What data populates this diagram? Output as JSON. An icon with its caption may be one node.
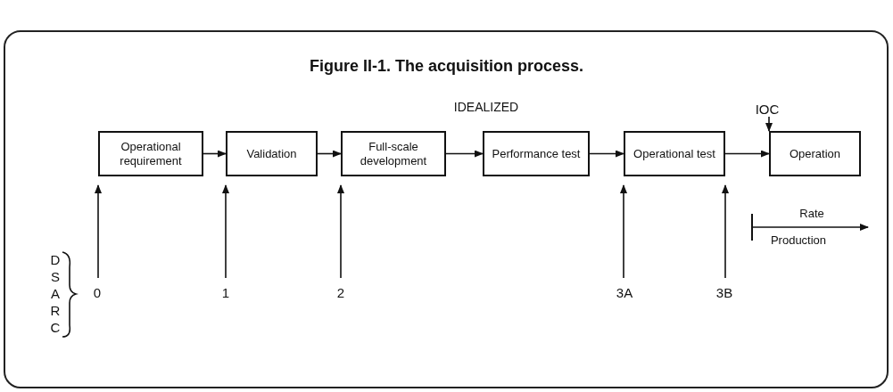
{
  "diagram": {
    "title": "Figure II-1. The acquisition process.",
    "nodes": [
      {
        "text": [
          "Operational requirement"
        ]
      },
      {
        "text": [
          "Validation"
        ]
      },
      {
        "text": [
          "Full-scale development"
        ]
      },
      {
        "text": [
          "Performance test"
        ]
      },
      {
        "text": [
          "Operational test"
        ]
      },
      {
        "text": [
          "Operation"
        ]
      },
      {
        "text": [
          "0"
        ]
      },
      {
        "text": [
          "1"
        ]
      },
      {
        "text": [
          "2"
        ]
      },
      {
        "text": [
          "3A"
        ]
      },
      {
        "text": [
          "3B"
        ]
      },
      {
        "text": [
          "IOC"
        ]
      }
    ],
    "edges": [
      {
        "from": 0,
        "to": 1,
        "arrow": "to"
      },
      {
        "from": 1,
        "to": 2,
        "arrow": "to"
      },
      {
        "from": 2,
        "to": 3,
        "arrow": "to"
      },
      {
        "from": 3,
        "to": 4,
        "arrow": "to"
      },
      {
        "from": 4,
        "to": 5,
        "arrow": "to"
      },
      {
        "from": 6,
        "to": 0,
        "arrow": "to"
      },
      {
        "from": 7,
        "to": 1,
        "arrow": "to"
      },
      {
        "from": 8,
        "to": 2,
        "arrow": "to"
      },
      {
        "from": 9,
        "to": 4,
        "arrow": "to"
      },
      {
        "from": 10,
        "to": 4,
        "arrow": "to"
      },
      {
        "from": 11,
        "to": 5,
        "arrow": "to"
      }
    ],
    "labels": [
      "IDEALIZED",
      "Rate",
      "Production",
      "DSARC"
    ]
  }
}
